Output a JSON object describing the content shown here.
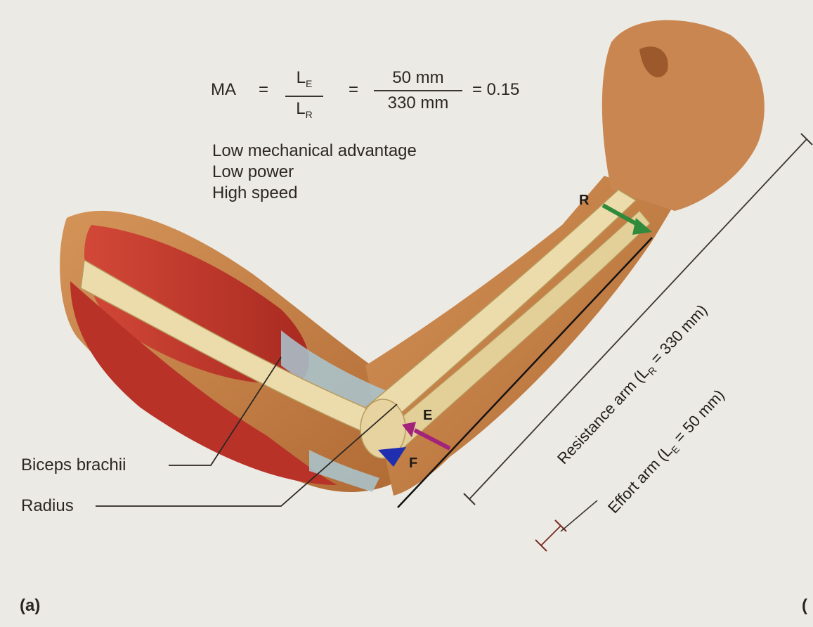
{
  "formula": {
    "ma": "MA",
    "eq1": "=",
    "le_main": "L",
    "le_sub": "E",
    "lr_main": "L",
    "lr_sub": "R",
    "eq2": "=",
    "num_value": "50 mm",
    "den_value": "330 mm",
    "eq3": "= 0.15"
  },
  "notes": [
    "Low mechanical advantage",
    "Low power",
    "High speed"
  ],
  "labels": {
    "biceps": "Biceps brachii",
    "radius": "Radius",
    "panel_a": "(a)",
    "panel_b_partial": "(",
    "point_r": "R",
    "point_e": "E",
    "point_f": "F"
  },
  "arms": {
    "resistance_prefix": "Resistance arm (L",
    "resistance_sub": "R",
    "resistance_suffix": " = 330 mm)",
    "effort_prefix": "Effort arm (L",
    "effort_sub": "E",
    "effort_suffix": " = 50 mm)"
  },
  "colors": {
    "skin": "#c8844a",
    "bone": "#e9d7a6",
    "muscle": "#c4372b",
    "tendon": "#a9c7d1",
    "arrow_resistance": "#2f8a3c",
    "arrow_effort": "#a4237a",
    "fulcrum": "#1f2fb0"
  }
}
